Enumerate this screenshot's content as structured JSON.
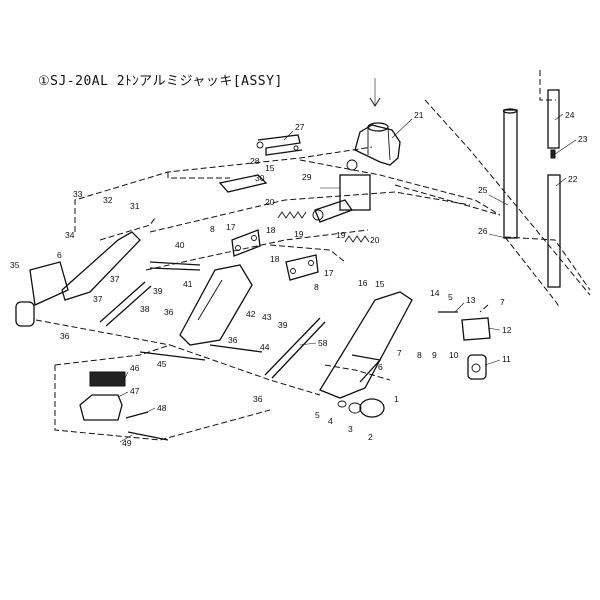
{
  "diagram": {
    "title": "①SJ-20AL 2ﾄﾝアルミジャッキ[ASSY]",
    "labels": {
      "p1": "1",
      "p2": "2",
      "p3": "3",
      "p4": "4",
      "p5": "5",
      "p5b": "5",
      "p6": "6",
      "p6b": "6",
      "p7": "7",
      "p7b": "7",
      "p8": "8",
      "p8b": "8",
      "p8c": "8",
      "p9": "9",
      "p10": "10",
      "p11": "11",
      "p12": "12",
      "p13": "13",
      "p14": "14",
      "p15": "15",
      "p15b": "15",
      "p16": "16",
      "p17": "17",
      "p17b": "17",
      "p18": "18",
      "p18b": "18",
      "p19": "19",
      "p19b": "19",
      "p20": "20",
      "p20b": "20",
      "p21": "21",
      "p22": "22",
      "p23": "23",
      "p24": "24",
      "p25": "25",
      "p26": "26",
      "p27": "27",
      "p28": "28",
      "p29": "29",
      "p30": "30",
      "p31": "31",
      "p32": "32",
      "p33": "33",
      "p34": "34",
      "p35": "35",
      "p36": "36",
      "p36b": "36",
      "p36c": "36",
      "p36d": "36",
      "p37": "37",
      "p37b": "37",
      "p38": "38",
      "p39": "39",
      "p39b": "39",
      "p40": "40",
      "p41": "41",
      "p42": "42",
      "p43": "43",
      "p44": "44",
      "p45": "45",
      "p46": "46",
      "p47": "47",
      "p48": "48",
      "p49": "49",
      "p58": "58"
    }
  }
}
